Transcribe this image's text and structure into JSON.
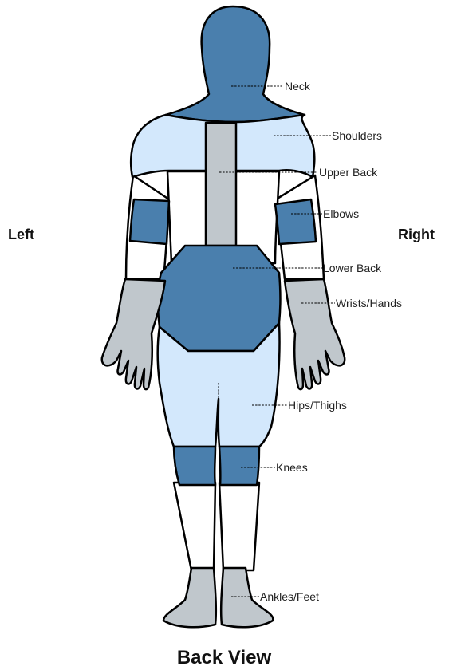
{
  "side_labels": {
    "left": "Left",
    "right": "Right"
  },
  "title": "Back View",
  "regions": [
    {
      "id": "neck",
      "label": "Neck"
    },
    {
      "id": "shoulders",
      "label": "Shoulders"
    },
    {
      "id": "upper-back",
      "label": "Upper Back"
    },
    {
      "id": "elbows",
      "label": "Elbows"
    },
    {
      "id": "lower-back",
      "label": "Lower Back"
    },
    {
      "id": "wrists-hands",
      "label": "Wrists/Hands"
    },
    {
      "id": "hips-thighs",
      "label": "Hips/Thighs"
    },
    {
      "id": "knees",
      "label": "Knees"
    },
    {
      "id": "ankles-feet",
      "label": "Ankles/Feet"
    }
  ],
  "colors": {
    "dark_blue": "#4a7fad",
    "light_blue": "#d3e8fc",
    "gray": "#c0c7cc",
    "white": "#ffffff",
    "outline": "#000000"
  }
}
